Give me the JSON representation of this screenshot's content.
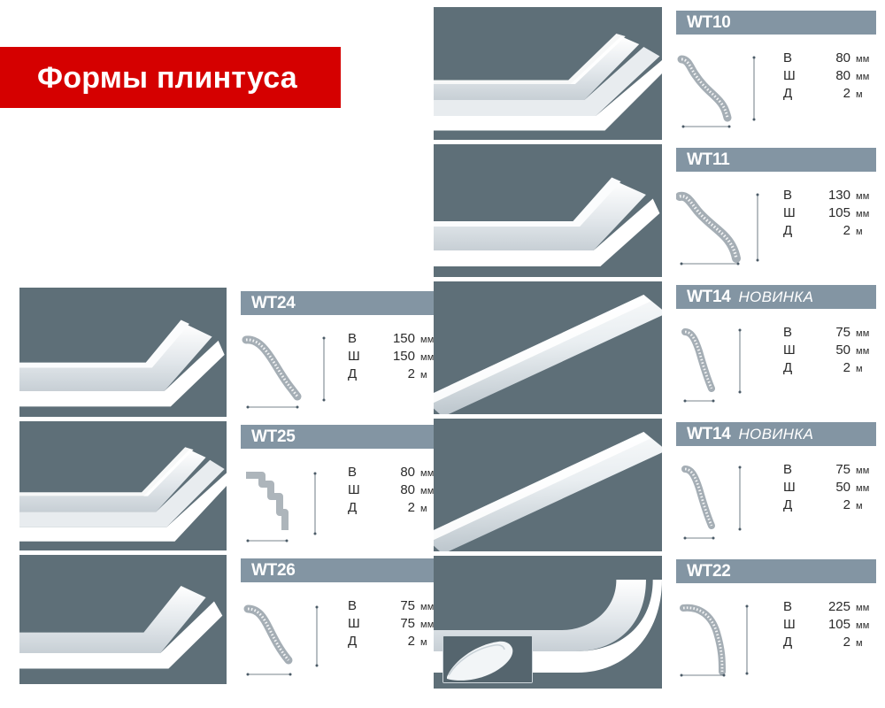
{
  "banner": {
    "title": "Формы плинтуса",
    "background_color": "#d50000",
    "text_color": "#ffffff"
  },
  "theme": {
    "photo_background": "#5e6f78",
    "header_bar_color": "#8395a3",
    "page_background": "#ffffff",
    "text_color": "#2a2a2a"
  },
  "labels": {
    "height": "В",
    "width": "Ш",
    "length": "Д",
    "unit_mm": "мм",
    "unit_m": "м",
    "novelty": "НОВИНКА"
  },
  "left_column": [
    {
      "code": "WT24",
      "novelty": "",
      "height": "150",
      "height_unit": "мм",
      "width": "150",
      "width_unit": "мм",
      "length": "2",
      "length_unit": "м",
      "profile": "wave-wide"
    },
    {
      "code": "WT25",
      "novelty": "",
      "height": "80",
      "height_unit": "мм",
      "width": "80",
      "width_unit": "мм",
      "length": "2",
      "length_unit": "м",
      "profile": "step-corner"
    },
    {
      "code": "WT26",
      "novelty": "",
      "height": "75",
      "height_unit": "мм",
      "width": "75",
      "width_unit": "мм",
      "length": "2",
      "length_unit": "м",
      "profile": "wave-small"
    }
  ],
  "right_column": [
    {
      "code": "WT10",
      "novelty": "",
      "height": "80",
      "height_unit": "мм",
      "width": "80",
      "width_unit": "мм",
      "length": "2",
      "length_unit": "м",
      "profile": "ogee"
    },
    {
      "code": "WT11",
      "novelty": "",
      "height": "130",
      "height_unit": "мм",
      "width": "105",
      "width_unit": "мм",
      "length": "2",
      "length_unit": "м",
      "profile": "ogee-long"
    },
    {
      "code": "WT14",
      "novelty": "НОВИНКА",
      "height": "75",
      "height_unit": "мм",
      "width": "50",
      "width_unit": "мм",
      "length": "2",
      "length_unit": "м",
      "profile": "cove"
    },
    {
      "code": "WT14",
      "novelty": "НОВИНКА",
      "height": "75",
      "height_unit": "мм",
      "width": "50",
      "width_unit": "мм",
      "length": "2",
      "length_unit": "м",
      "profile": "cove"
    },
    {
      "code": "WT22",
      "novelty": "",
      "height": "225",
      "height_unit": "мм",
      "width": "105",
      "width_unit": "мм",
      "length": "2",
      "length_unit": "м",
      "profile": "large-cove"
    }
  ]
}
